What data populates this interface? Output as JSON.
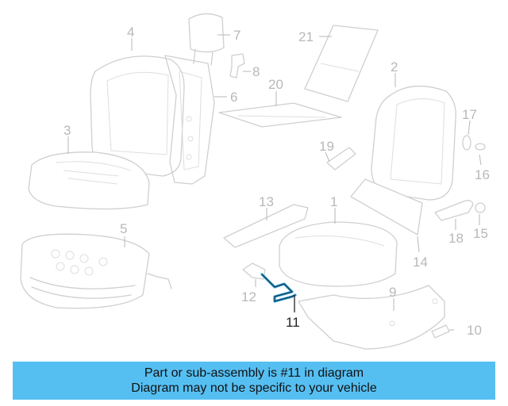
{
  "callouts": {
    "c1": "1",
    "c2": "2",
    "c3": "3",
    "c4": "4",
    "c5": "5",
    "c6": "6",
    "c7": "7",
    "c8": "8",
    "c9": "9",
    "c10": "10",
    "c11": "11",
    "c12": "12",
    "c13": "13",
    "c14": "14",
    "c15": "15",
    "c16": "16",
    "c17": "17",
    "c18": "18",
    "c19": "19",
    "c20": "20",
    "c21": "21"
  },
  "highlighted_part": "11",
  "colors": {
    "banner": "#56bff2",
    "highlight": "#2c9ed8",
    "line_art": "#cfcfcf"
  },
  "banner": {
    "line1": "Part or sub-assembly is #11 in diagram",
    "line2": "Diagram may not be specific to your vehicle"
  }
}
